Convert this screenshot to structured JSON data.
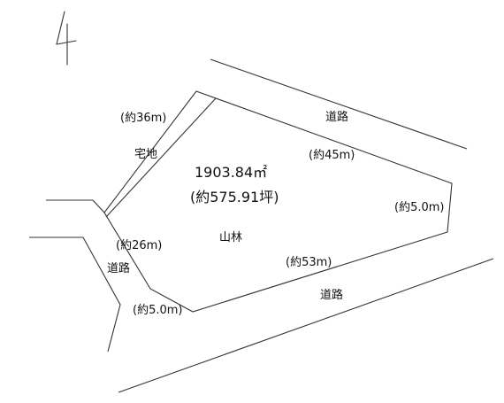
{
  "north_arrow": {
    "label": "4"
  },
  "parcel": {
    "area": "1903.84㎡",
    "area_tsubo": "(約575.91坪)",
    "land_use": "山林"
  },
  "neighbors": {
    "residential": "宅地",
    "road_north": "道路",
    "road_south": "道路",
    "road_west": "道路"
  },
  "dimensions": {
    "side_residential": "(約36m)",
    "side_north": "(約45m)",
    "side_east": "(約5.0m)",
    "side_south": "(約53m)",
    "side_west": "(約26m)",
    "side_southwest": "(約5.0m)"
  },
  "colors": {
    "line": "#333333",
    "text": "#111111",
    "background": "#ffffff"
  }
}
